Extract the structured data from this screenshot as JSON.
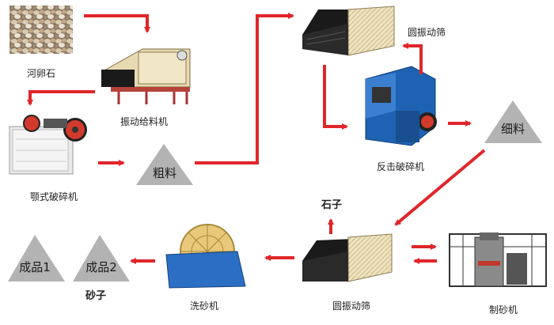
{
  "nodes": {
    "pebble": "河卵石",
    "feeder": "振动给料机",
    "jaw_crusher": "颚式破碎机",
    "coarse": "粗料",
    "screen_top": "圆振动筛",
    "impact_crusher": "反击破碎机",
    "fine": "细料",
    "stone": "石子",
    "screen_bottom": "圆振动筛",
    "sand_maker": "制砂机",
    "sand_washer": "洗砂机",
    "product1": "成品1",
    "product2": "成品2",
    "sand": "砂子"
  },
  "colors": {
    "arrow": "#e0262a",
    "pile": "#b3b3b3",
    "frame": "#1a1a1a",
    "screen_body": "#efe3c0",
    "crusher_blue": "#1e63b3",
    "washer_blue": "#2a6fc4",
    "wheel": "#e8c87a",
    "feeder_red": "#c0392b"
  }
}
